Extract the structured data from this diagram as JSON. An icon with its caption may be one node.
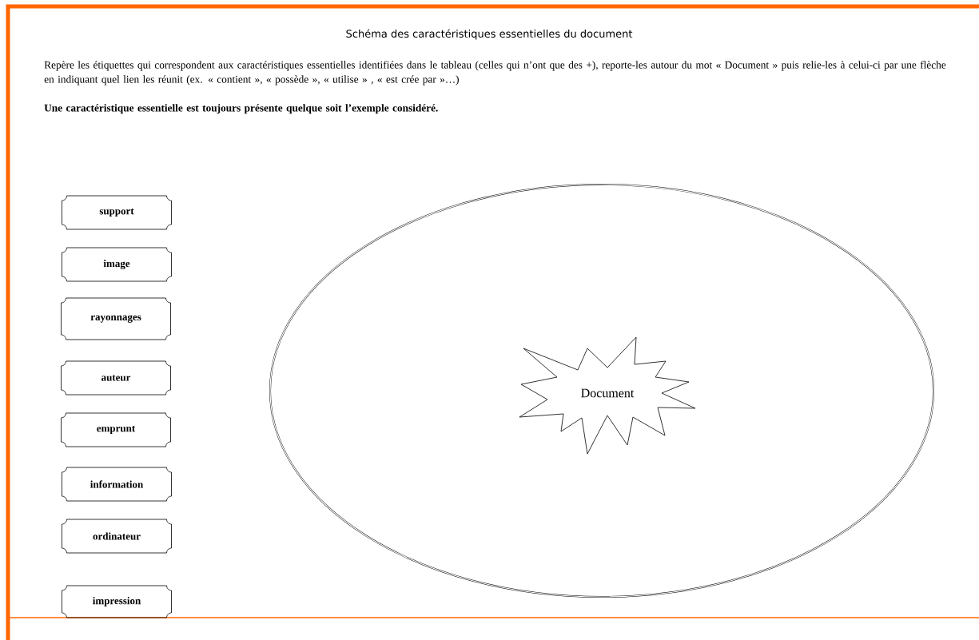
{
  "diagram": {
    "title": "Schéma des caractéristiques essentielles du document",
    "nodes": [
      {
        "text": [],
        "shape": "ellipse"
      },
      {
        "text": [
          "Document"
        ],
        "in": 0
      },
      {
        "text": [
          "support"
        ]
      },
      {
        "text": [
          "image"
        ]
      },
      {
        "text": [
          "rayonnages"
        ]
      },
      {
        "text": [
          "auteur"
        ]
      },
      {
        "text": [
          "emprunt"
        ]
      },
      {
        "text": [
          "information"
        ]
      },
      {
        "text": [
          "ordinateur"
        ]
      },
      {
        "text": [
          "impression"
        ]
      }
    ],
    "labels": [
      "Repère les étiquettes qui correspondent aux caractéristiques essentielles identifiées dans le tableau (celles qui n’ont que des +), reporte-les autour du mot « Document » puis relie-les à celui-ci par une flèche en indiquant quel lien les réunit (ex. « contient », « possède », « utilise » , « est crée par »…)",
      "Une caractéristique essentielle est toujours présente quelque soit l’exemple considéré."
    ]
  }
}
